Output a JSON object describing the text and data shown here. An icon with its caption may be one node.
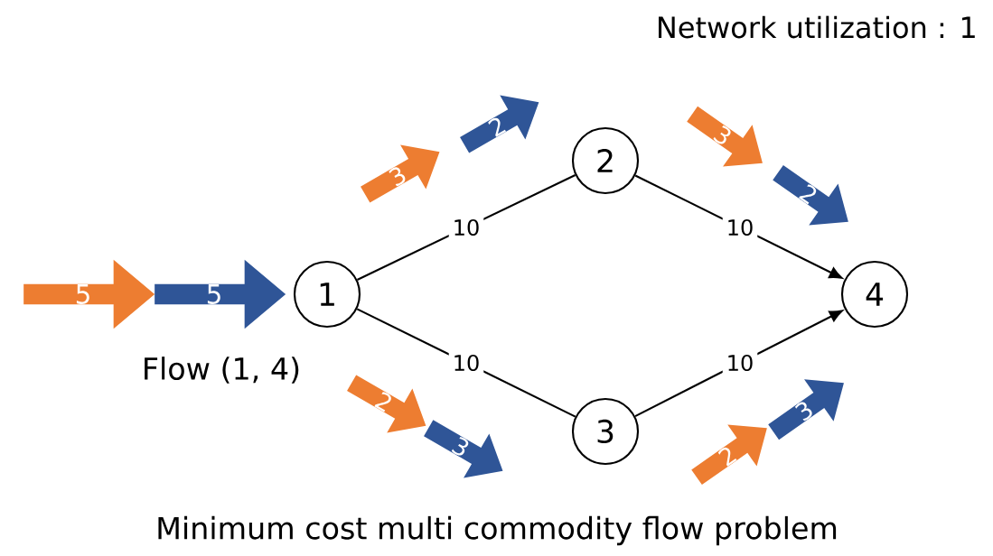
{
  "diagram": {
    "caption": "Minimum cost multi commodity flow problem",
    "nodes": [
      {
        "text": [
          "1"
        ]
      },
      {
        "text": [
          "2"
        ]
      },
      {
        "text": [
          "3"
        ]
      },
      {
        "text": [
          "4"
        ]
      }
    ],
    "edges": [
      {
        "from": 0,
        "to": 1,
        "arrow": "none",
        "label": "10"
      },
      {
        "from": 1,
        "to": 3,
        "arrow": "to",
        "label": "10"
      },
      {
        "from": 0,
        "to": 2,
        "arrow": "none",
        "label": "10"
      },
      {
        "from": 2,
        "to": 3,
        "arrow": "to",
        "label": "10"
      }
    ],
    "labels": [
      "Network utilization : 1",
      "5",
      "5",
      "3",
      "2",
      "3",
      "2",
      "2",
      "3",
      "2",
      "3",
      "Flow (1, 4)"
    ]
  }
}
